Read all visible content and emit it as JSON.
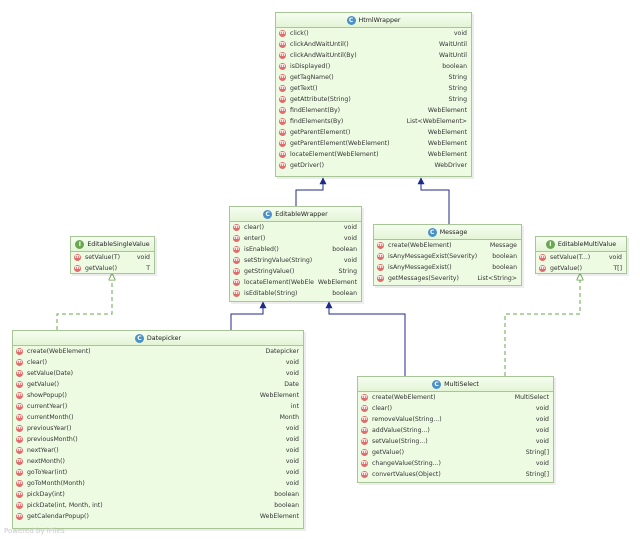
{
  "watermark": "Powered by iFlies",
  "colors": {
    "box_fill": "#eefbe3",
    "box_border": "#a8c598",
    "method_icon": "#e06c6c",
    "class_icon": "#4a90c9",
    "interface_icon": "#6aa84f",
    "arrow": "#1f2a8a",
    "dashed_arrow": "#6aa84f"
  },
  "classes": {
    "html_wrapper": {
      "badge": "C",
      "name": "HtmlWrapper",
      "methods": [
        {
          "name": "click()",
          "ret": "void"
        },
        {
          "name": "clickAndWaitUntil()",
          "ret": "WaitUntil"
        },
        {
          "name": "clickAndWaitUntil(By)",
          "ret": "WaitUntil"
        },
        {
          "name": "isDisplayed()",
          "ret": "boolean"
        },
        {
          "name": "getTagName()",
          "ret": "String"
        },
        {
          "name": "getText()",
          "ret": "String"
        },
        {
          "name": "getAttribute(String)",
          "ret": "String"
        },
        {
          "name": "findElement(By)",
          "ret": "WebElement"
        },
        {
          "name": "findElements(By)",
          "ret": "List<WebElement>"
        },
        {
          "name": "getParentElement()",
          "ret": "WebElement"
        },
        {
          "name": "getParentElement(WebElement)",
          "ret": "WebElement"
        },
        {
          "name": "locateElement(WebElement)",
          "ret": "WebElement"
        },
        {
          "name": "getDriver()",
          "ret": "WebDriver"
        }
      ]
    },
    "editable_wrapper": {
      "badge": "C",
      "name": "EditableWrapper",
      "methods": [
        {
          "name": "clear()",
          "ret": "void"
        },
        {
          "name": "enter()",
          "ret": "void"
        },
        {
          "name": "isEnabled()",
          "ret": "boolean"
        },
        {
          "name": "setStringValue(String)",
          "ret": "void"
        },
        {
          "name": "getStringValue()",
          "ret": "String"
        },
        {
          "name": "locateElement(WebElement)",
          "ret": "WebElement"
        },
        {
          "name": "isEditable(String)",
          "ret": "boolean"
        }
      ]
    },
    "message": {
      "badge": "C",
      "name": "Message",
      "methods": [
        {
          "name": "create(WebElement)",
          "ret": "Message"
        },
        {
          "name": "isAnyMessageExist(Severity)",
          "ret": "boolean"
        },
        {
          "name": "isAnyMessageExist()",
          "ret": "boolean"
        },
        {
          "name": "getMessages(Severity)",
          "ret": "List<String>"
        }
      ]
    },
    "editable_single_value": {
      "badge": "I",
      "name": "EditableSingleValue",
      "methods": [
        {
          "name": "setValue(T)",
          "ret": "void"
        },
        {
          "name": "getValue()",
          "ret": "T"
        }
      ]
    },
    "editable_multi_value": {
      "badge": "I",
      "name": "EditableMultiValue",
      "methods": [
        {
          "name": "setValue(T...)",
          "ret": "void"
        },
        {
          "name": "getValue()",
          "ret": "T[]"
        }
      ]
    },
    "datepicker": {
      "badge": "C",
      "name": "Datepicker",
      "methods": [
        {
          "name": "create(WebElement)",
          "ret": "Datepicker"
        },
        {
          "name": "clear()",
          "ret": "void"
        },
        {
          "name": "setValue(Date)",
          "ret": "void"
        },
        {
          "name": "getValue()",
          "ret": "Date"
        },
        {
          "name": "showPopup()",
          "ret": "WebElement"
        },
        {
          "name": "currentYear()",
          "ret": "int"
        },
        {
          "name": "currentMonth()",
          "ret": "Month"
        },
        {
          "name": "previousYear()",
          "ret": "void"
        },
        {
          "name": "previousMonth()",
          "ret": "void"
        },
        {
          "name": "nextYear()",
          "ret": "void"
        },
        {
          "name": "nextMonth()",
          "ret": "void"
        },
        {
          "name": "goToYear(int)",
          "ret": "void"
        },
        {
          "name": "goToMonth(Month)",
          "ret": "void"
        },
        {
          "name": "pickDay(int)",
          "ret": "boolean"
        },
        {
          "name": "pickDate(int, Month, int)",
          "ret": "boolean"
        },
        {
          "name": "getCalendarPopup()",
          "ret": "WebElement"
        }
      ]
    },
    "multi_select": {
      "badge": "C",
      "name": "MultiSelect",
      "methods": [
        {
          "name": "create(WebElement)",
          "ret": "MultiSelect"
        },
        {
          "name": "clear()",
          "ret": "void"
        },
        {
          "name": "removeValue(String...)",
          "ret": "void"
        },
        {
          "name": "addValue(String...)",
          "ret": "void"
        },
        {
          "name": "setValue(String...)",
          "ret": "void"
        },
        {
          "name": "getValue()",
          "ret": "String[]"
        },
        {
          "name": "changeValue(String...)",
          "ret": "void"
        },
        {
          "name": "convertValues(Object)",
          "ret": "String[]"
        }
      ]
    }
  }
}
